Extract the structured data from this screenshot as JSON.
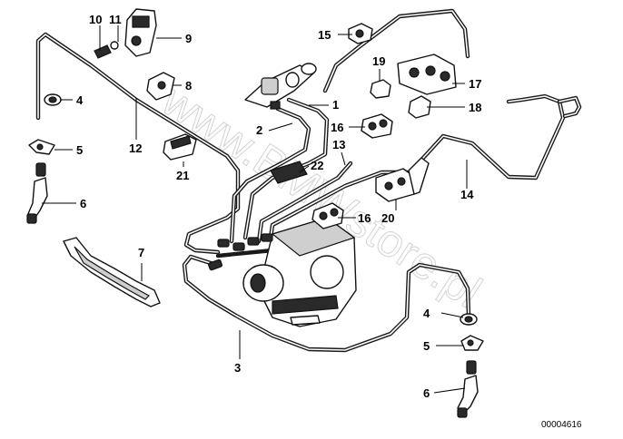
{
  "diagram": {
    "callouts": [
      "10",
      "11",
      "9",
      "8",
      "4",
      "5",
      "6",
      "12",
      "7",
      "21",
      "1",
      "2",
      "22",
      "13",
      "16",
      "15",
      "19",
      "17",
      "18",
      "14",
      "20",
      "16",
      "3",
      "4",
      "5",
      "6"
    ],
    "watermark": "www.BMWstore.pl",
    "code": "00004616"
  }
}
